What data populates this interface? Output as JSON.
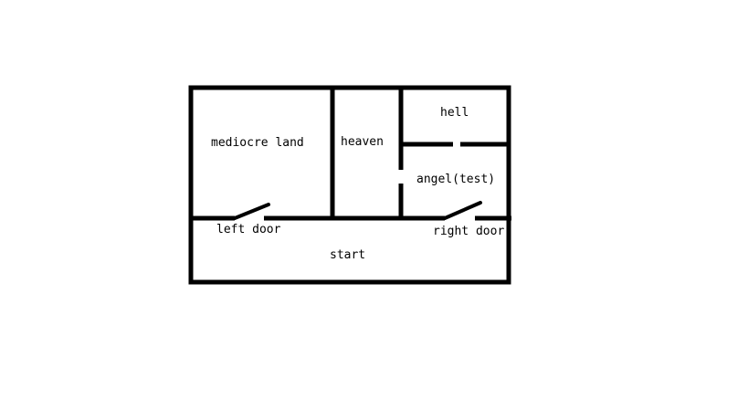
{
  "diagram": {
    "type": "floor-plan",
    "line_color": "#000000",
    "background_color": "#ffffff",
    "rooms": {
      "mediocre_land": "mediocre land",
      "heaven": "heaven",
      "hell": "hell",
      "angel_test": "angel(test)",
      "start": "start"
    },
    "doors": {
      "left": "left door",
      "right": "right door"
    }
  }
}
